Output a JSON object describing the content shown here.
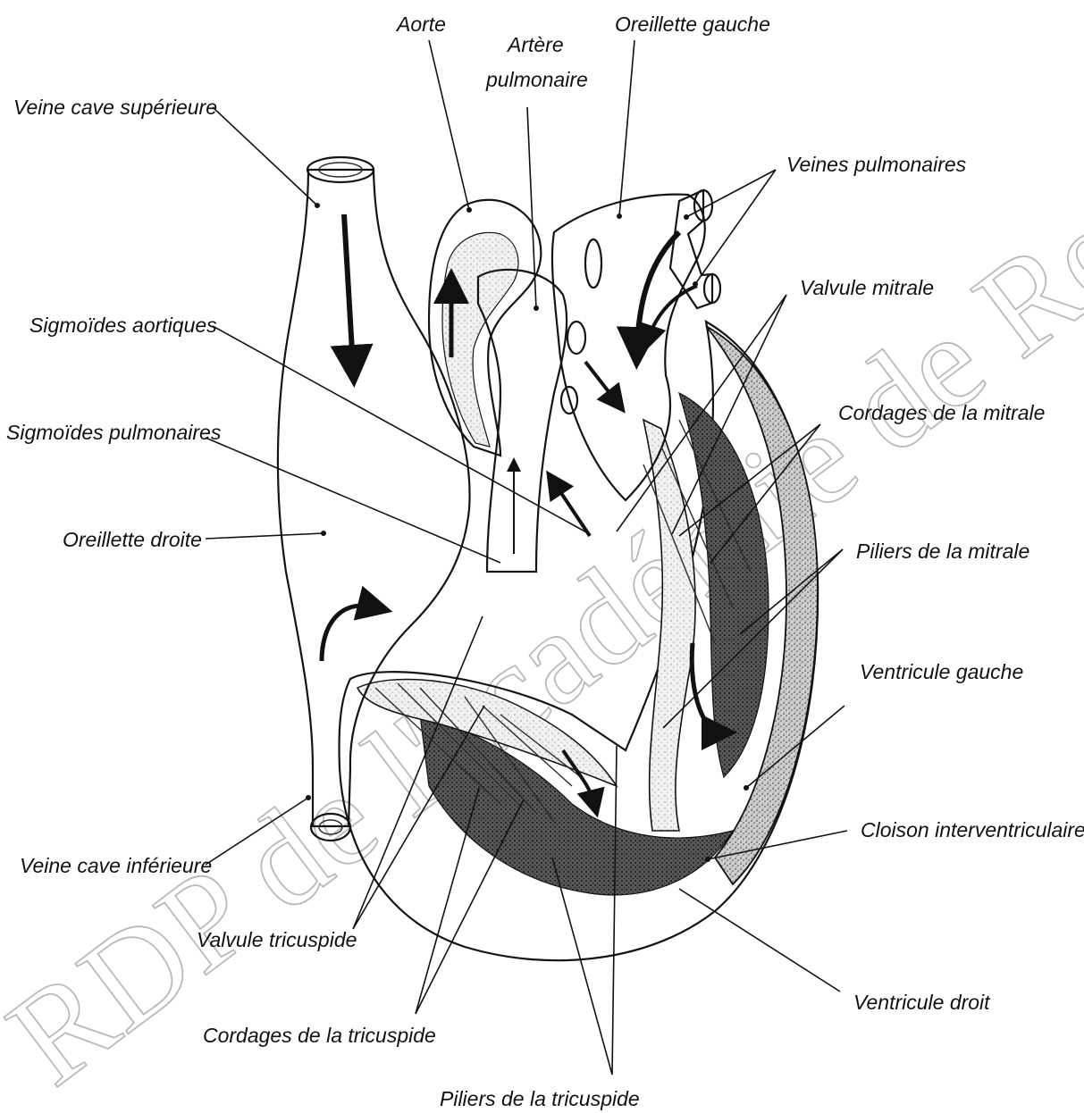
{
  "watermark": "RDP de l'académie de Rennes",
  "labels": {
    "aorte": "Aorte",
    "artere_pulmonaire_line1": "Artère",
    "artere_pulmonaire_line2": "pulmonaire",
    "oreillette_gauche": "Oreillette gauche",
    "veine_cave_superieure": "Veine cave supérieure",
    "veines_pulmonaires": "Veines pulmonaires",
    "valvule_mitrale": "Valvule mitrale",
    "sigmoides_aortiques": "Sigmoïdes aortiques",
    "cordages_mitrale": "Cordages de la mitrale",
    "sigmoides_pulmonaires": "Sigmoïdes pulmonaires",
    "oreillette_droite": "Oreillette droite",
    "piliers_mitrale": "Piliers de la mitrale",
    "ventricule_gauche": "Ventricule gauche",
    "cloison_interventriculaire": "Cloison interventriculaire",
    "veine_cave_inferieure": "Veine cave inférieure",
    "valvule_tricuspide": "Valvule tricuspide",
    "ventricule_droit": "Ventricule droit",
    "cordages_tricuspide": "Cordages de la tricuspide",
    "piliers_tricuspide": "Piliers de la tricuspide"
  }
}
